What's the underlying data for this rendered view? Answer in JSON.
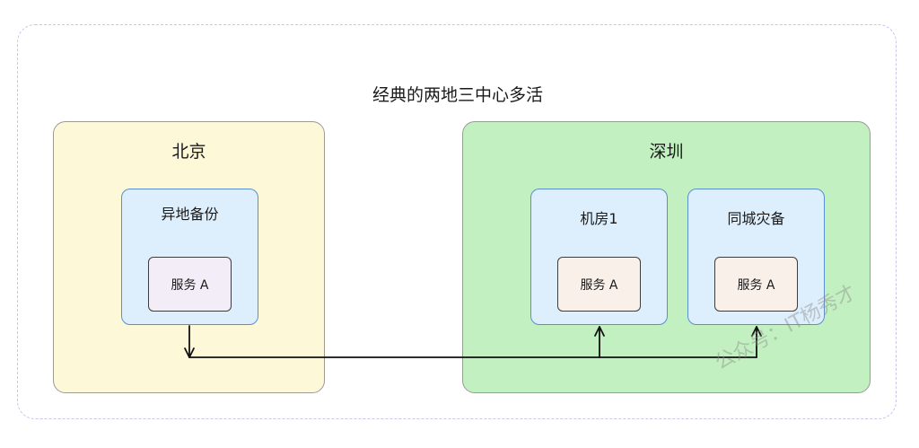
{
  "title": "经典的两地三中心多活",
  "regions": {
    "beijing": {
      "label": "北京",
      "datacenter": {
        "label": "异地备份",
        "service": "服务 A"
      }
    },
    "shenzhen": {
      "label": "深圳",
      "datacenters": [
        {
          "label": "机房1",
          "service": "服务 A"
        },
        {
          "label": "同城灾备",
          "service": "服务 A"
        }
      ]
    }
  },
  "watermark": "公众号：IT杨秀才",
  "colors": {
    "outer_border": "#c9c3ee",
    "beijing_fill": "#fdf8d8",
    "shenzhen_fill": "#c2f0c0",
    "datacenter_fill": "#ddeefc",
    "datacenter_border": "#5b8fcf",
    "connector": "#111111"
  }
}
